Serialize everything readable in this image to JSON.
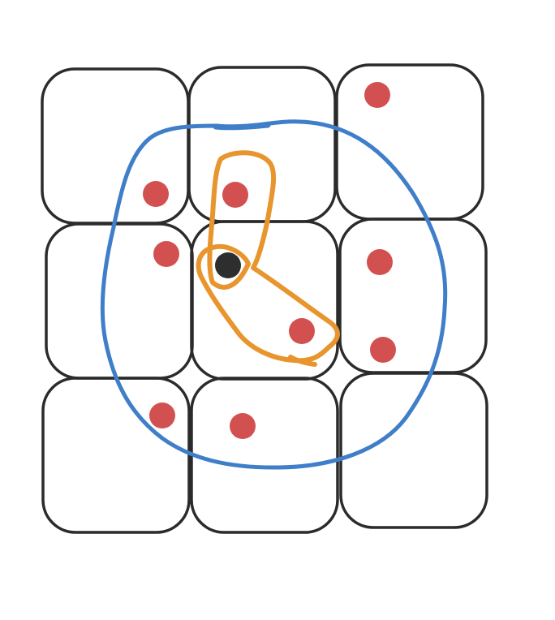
{
  "colors": {
    "background": "#ffffff",
    "cell_stroke": "#2b2b2b",
    "query_point": "#2e2e2e",
    "data_point": "#d35050",
    "outer_region": "#3f7ec8",
    "inner_region": "#e8952e"
  },
  "grid": {
    "rows": 3,
    "cols": 3
  },
  "points": {
    "query": {
      "label": "query-point",
      "cell": [
        1,
        1
      ]
    },
    "data": [
      {
        "cell": [
          0,
          2
        ]
      },
      {
        "cell": [
          0,
          0
        ]
      },
      {
        "cell": [
          0,
          1
        ]
      },
      {
        "cell": [
          1,
          0
        ]
      },
      {
        "cell": [
          1,
          1
        ]
      },
      {
        "cell": [
          1,
          2
        ]
      },
      {
        "cell": [
          1,
          2
        ]
      },
      {
        "cell": [
          2,
          0
        ]
      },
      {
        "cell": [
          2,
          1
        ]
      }
    ]
  },
  "regions": [
    {
      "name": "outer-region",
      "color": "blue"
    },
    {
      "name": "inner-region",
      "color": "orange"
    }
  ]
}
